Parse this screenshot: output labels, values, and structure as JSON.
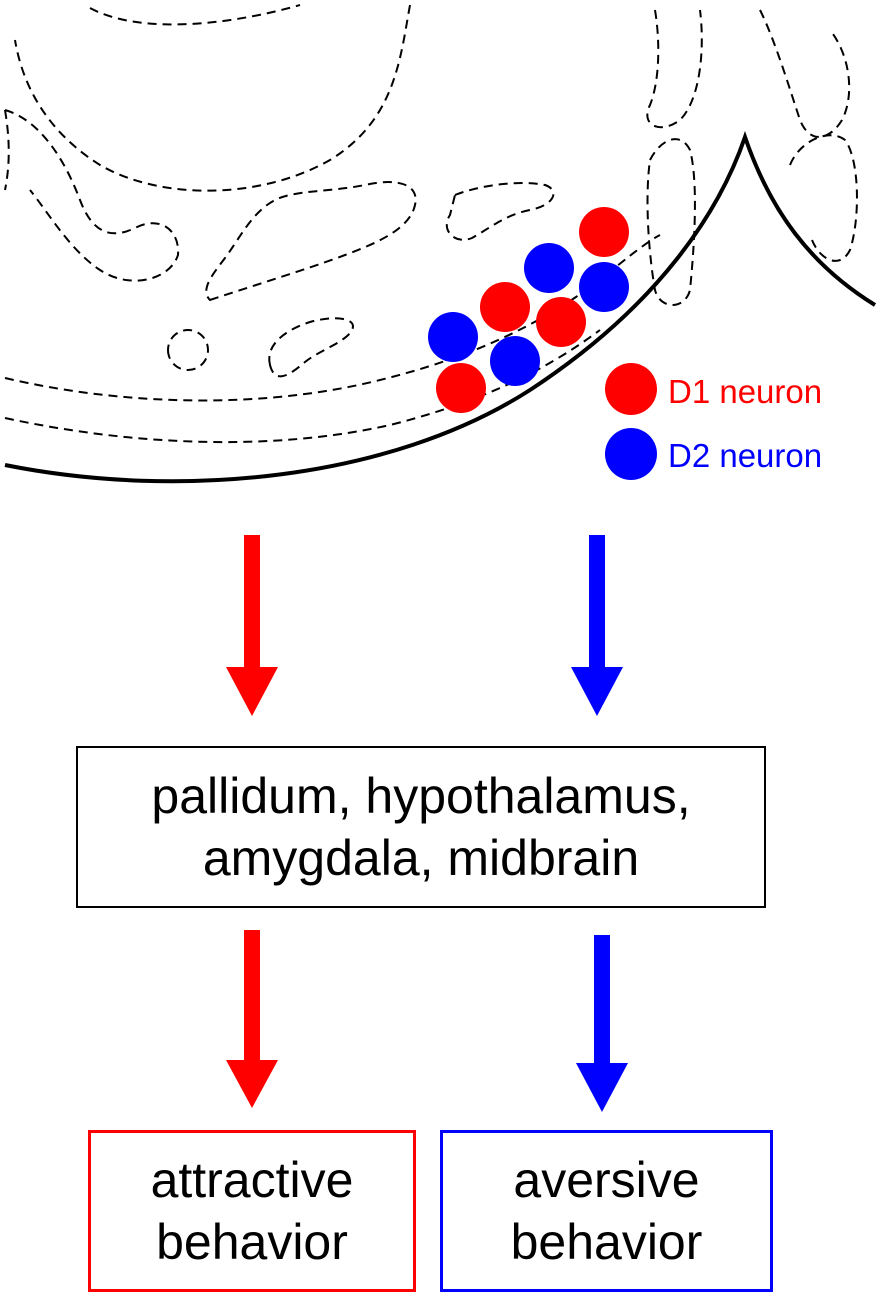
{
  "colors": {
    "d1": "#ff0000",
    "d2": "#0000ff",
    "outline": "#000000"
  },
  "legend": {
    "d1_label": "D1 neuron",
    "d2_label": "D2 neuron"
  },
  "targets": {
    "line1": "pallidum, hypothalamus,",
    "line2": "amygdala, midbrain"
  },
  "outcomes": {
    "attractive": {
      "line1": "attractive",
      "line2": "behavior"
    },
    "aversive": {
      "line1": "aversive",
      "line2": "behavior"
    }
  }
}
